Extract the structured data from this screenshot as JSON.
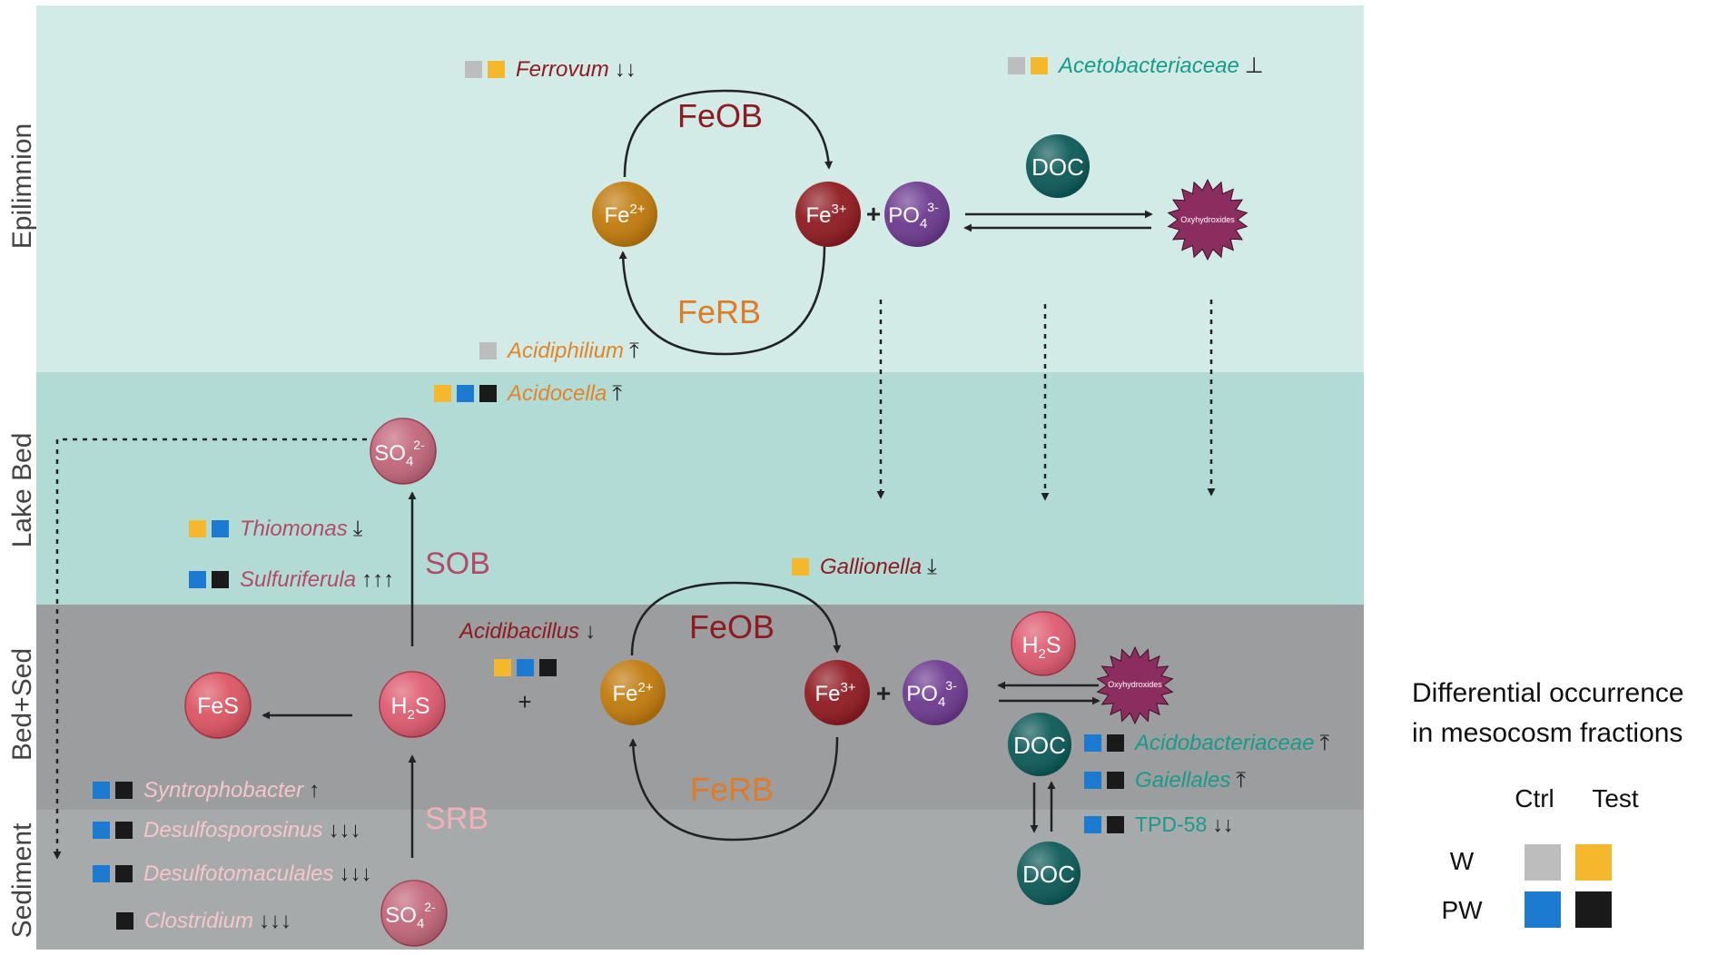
{
  "zones": {
    "epilimnion": "Epilimnion",
    "lake_bed": "Lake Bed",
    "bed_sed": "Bed+Sed",
    "sediment": "Sediment"
  },
  "colors": {
    "zone_epilimnion": "#d2ebe7",
    "zone_lake_bed": "#b3dbd6",
    "zone_bed_sed": "#9b9d9f",
    "zone_sediment": "#a7aaab",
    "iron2": "#c07a0c",
    "iron3": "#8e1b21",
    "phosphate": "#6d3a8f",
    "doc": "#0c5a58",
    "sulfide": "#de5b70",
    "sulfate": "#c2667a",
    "fes": "#dc5563",
    "oxy": "#8c2d5f",
    "square_ctrl_w": "#bdbdbd",
    "square_test_w": "#f5b72b",
    "square_ctrl_pw": "#1c7bd1",
    "square_test_pw": "#1a1a1a"
  },
  "chemicals": {
    "fe2": "Fe",
    "fe2_sup": "2+",
    "fe3": "Fe",
    "fe3_sup": "3+",
    "po4": "PO",
    "po4_sub": "4",
    "po4_sup": "3-",
    "doc": "DOC",
    "oxy": "Oxyhydroxides",
    "so4": "SO",
    "so4_sub": "4",
    "so4_sup": "2-",
    "h2s_h": "H",
    "h2s_sub": "2",
    "h2s_s": "S",
    "fes": "FeS",
    "plus": "+"
  },
  "processes": {
    "feob": "FeOB",
    "ferb": "FeRB",
    "sob": "SOB",
    "srb": "SRB"
  },
  "taxa": {
    "ferrovum": {
      "name": "Ferrovum",
      "arrow": "↓↓"
    },
    "acetobacteriaceae": {
      "name": "Acetobacteriaceae",
      "arrow": "⊥"
    },
    "acidiphilium": {
      "name": "Acidiphilium",
      "arrow": "⤒"
    },
    "acidocella": {
      "name": "Acidocella",
      "arrow": "⤒"
    },
    "thiomonas": {
      "name": "Thiomonas",
      "arrow": "⤓"
    },
    "sulfuriferula": {
      "name": "Sulfuriferula",
      "arrow": "↑↑↑"
    },
    "gallionella": {
      "name": "Gallionella",
      "arrow": "⤓"
    },
    "acidibacillus": {
      "name": "Acidibacillus",
      "arrow": "↓"
    },
    "syntrophobacter": {
      "name": "Syntrophobacter",
      "arrow": "↑"
    },
    "desulfosporosinus": {
      "name": "Desulfosporosinus",
      "arrow": "↓↓↓"
    },
    "desulfotomaculales": {
      "name": "Desulfotomaculales",
      "arrow": "↓↓↓"
    },
    "clostridium": {
      "name": "Clostridium",
      "arrow": "↓↓↓"
    },
    "acidobacteriaceae": {
      "name": "Acidobacteriaceae",
      "arrow": "⤒"
    },
    "gaiellales": {
      "name": "Gaiellales",
      "arrow": "⤒"
    },
    "tpd58": {
      "name": "TPD-58",
      "arrow": "↓↓"
    }
  },
  "legend": {
    "title_line1": "Differential occurrence",
    "title_line2": "in mesocosm fractions",
    "col_ctrl": "Ctrl",
    "col_test": "Test",
    "row_w": "W",
    "row_pw": "PW"
  }
}
